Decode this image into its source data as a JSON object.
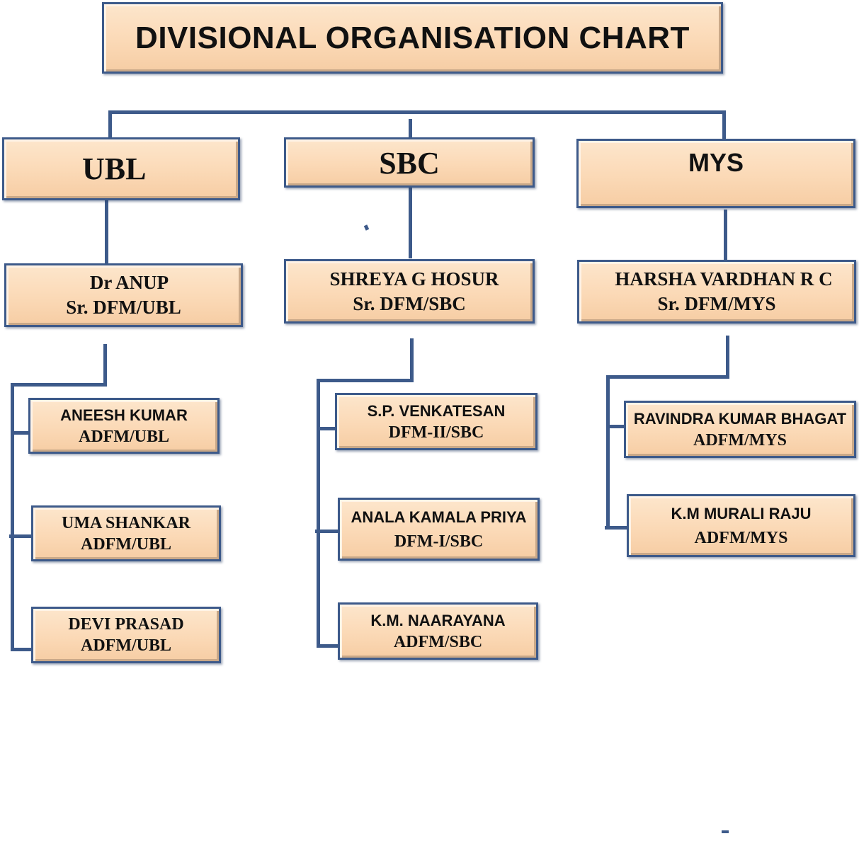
{
  "title": "DIVISIONAL ORGANISATION CHART",
  "divisions": [
    {
      "name": "UBL",
      "head": {
        "name": "Dr ANUP",
        "designation": "Sr. DFM/UBL"
      },
      "staff": [
        {
          "name": "ANEESH KUMAR",
          "designation": "ADFM/UBL"
        },
        {
          "name": "UMA SHANKAR",
          "designation": "ADFM/UBL"
        },
        {
          "name": "DEVI PRASAD",
          "designation": "ADFM/UBL"
        }
      ]
    },
    {
      "name": "SBC",
      "head": {
        "name": "SHREYA G HOSUR",
        "designation": "Sr. DFM/SBC"
      },
      "staff": [
        {
          "name": "S.P. VENKATESAN",
          "designation": "DFM-II/SBC"
        },
        {
          "name": "ANALA KAMALA PRIYA",
          "designation": "DFM-I/SBC"
        },
        {
          "name": "K.M. NAARAYANA",
          "designation": "ADFM/SBC"
        }
      ]
    },
    {
      "name": "MYS",
      "head": {
        "name": "HARSHA VARDHAN R C",
        "designation": "Sr. DFM/MYS"
      },
      "staff": [
        {
          "name": "RAVINDRA KUMAR BHAGAT",
          "designation": "ADFM/MYS"
        },
        {
          "name": "K.M MURALI RAJU",
          "designation": "ADFM/MYS"
        }
      ]
    }
  ],
  "colors": {
    "box_fill": "#fbd9b6",
    "border": "#3d5a8a",
    "connector": "#3d5a8a"
  }
}
